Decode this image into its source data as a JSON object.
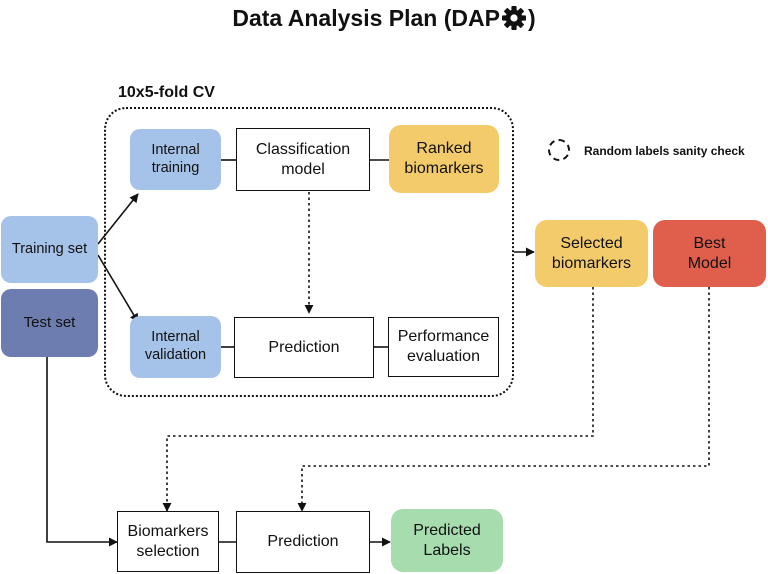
{
  "title": {
    "text_before": "Data Analysis Plan (DAP",
    "text_after": ")",
    "icon": "gear-icon"
  },
  "cv": {
    "label": "10x5-fold CV"
  },
  "legend": {
    "sanity_check": "Random labels sanity check",
    "icon": "dashed-circle-icon"
  },
  "nodes": {
    "training_set": "Training set",
    "test_set": "Test set",
    "internal_training": [
      "Internal",
      "training"
    ],
    "classification_model": [
      "Classification",
      "model"
    ],
    "ranked_biomarkers": [
      "Ranked",
      "biomarkers"
    ],
    "internal_validation": [
      "Internal",
      "validation"
    ],
    "prediction_cv": "Prediction",
    "performance_evaluation": [
      "Performance",
      "evaluation"
    ],
    "selected_biomarkers": [
      "Selected",
      "biomarkers"
    ],
    "best_model": [
      "Best",
      "Model"
    ],
    "biomarkers_selection": [
      "Biomarkers",
      "selection"
    ],
    "prediction_final": "Prediction",
    "predicted_labels": [
      "Predicted",
      "Labels"
    ]
  },
  "colors": {
    "training_blue": "#a5c2e8",
    "test_blue": "#6d7daf",
    "biomarker_yellow": "#f4cb6b",
    "model_red": "#df5f4c",
    "labels_green": "#a6dcae"
  }
}
